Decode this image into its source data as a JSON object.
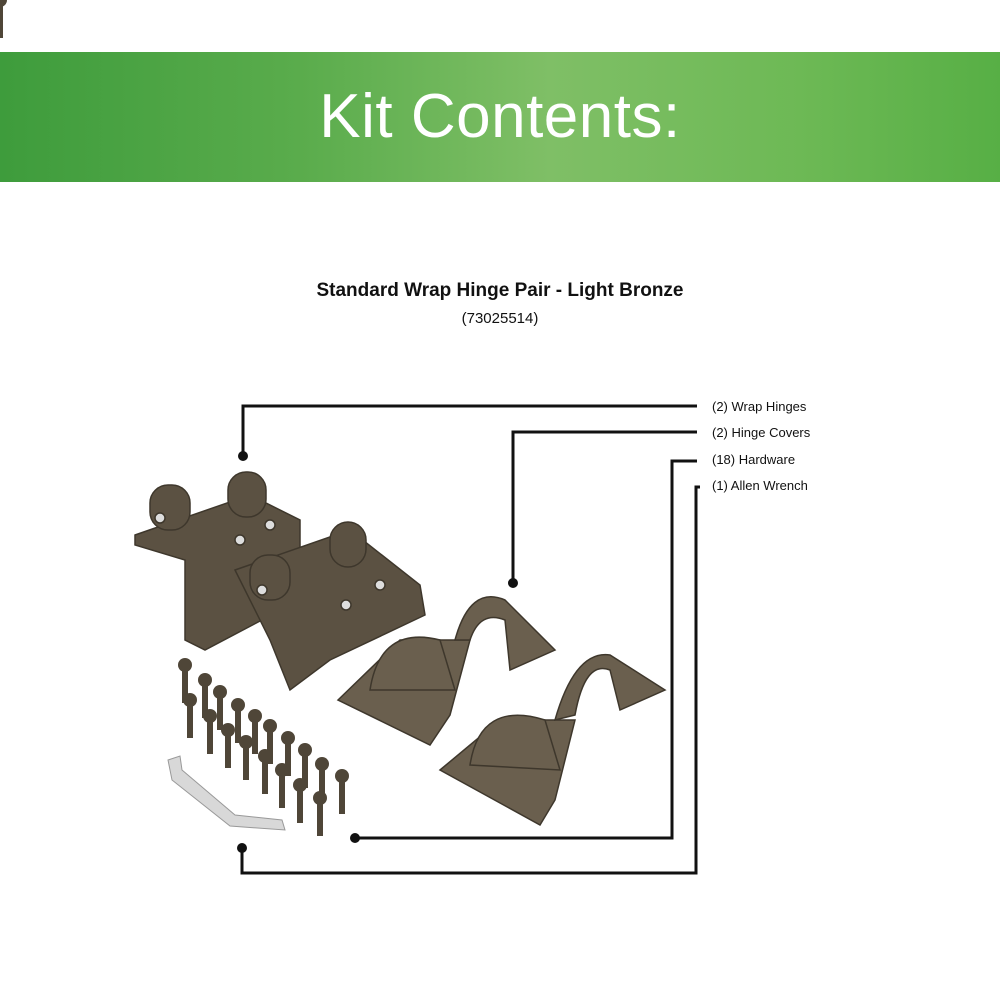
{
  "header": {
    "title": "Kit Contents:"
  },
  "product": {
    "name": "Standard Wrap Hinge Pair - Light Bronze",
    "code": "(73025514)"
  },
  "contents": [
    {
      "label": "(2) Wrap Hinges"
    },
    {
      "label": "(2) Hinge Covers"
    },
    {
      "label": "(18) Hardware"
    },
    {
      "label": "(1) Allen Wrench"
    }
  ],
  "colors": {
    "bronze": "#5b5142",
    "green": "#5aac4c"
  }
}
